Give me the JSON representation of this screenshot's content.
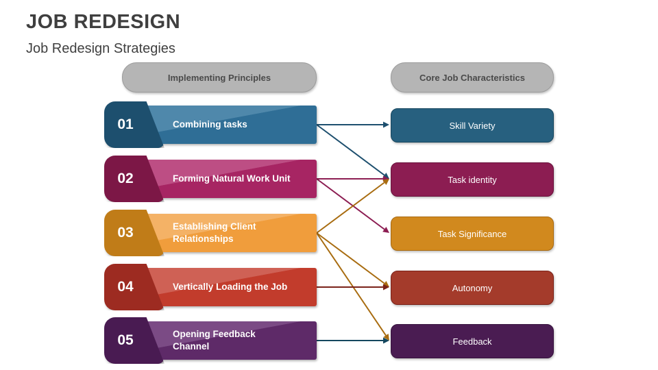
{
  "slide": {
    "title": "JOB REDESIGN",
    "subtitle": "Job Redesign Strategies",
    "columns": {
      "left_header": "Implementing Principles",
      "right_header": "Core Job Characteristics",
      "header_pill": {
        "bg": "#b5b5b5",
        "border": "#9c9c9c",
        "text_color": "#4a4a4a"
      }
    },
    "principles": [
      {
        "number": "01",
        "label": "Combining tasks",
        "tab_color": "#1d4f6e",
        "bar_color": "#2f6e96",
        "bar_light": "#4f88ab"
      },
      {
        "number": "02",
        "label": "Forming Natural Work Unit",
        "tab_color": "#7c1746",
        "bar_color": "#a72563",
        "bar_light": "#bd4e84"
      },
      {
        "number": "03",
        "label": "Establishing Client Relationships",
        "tab_color": "#c07c18",
        "bar_color": "#f09d3c",
        "bar_light": "#f4b266"
      },
      {
        "number": "04",
        "label": "Vertically Loading the Job",
        "tab_color": "#9d2b21",
        "bar_color": "#c23c2c",
        "bar_light": "#cf6155"
      },
      {
        "number": "05",
        "label": "Opening Feedback Channel",
        "tab_color": "#491b52",
        "bar_color": "#5e2a68",
        "bar_light": "#7b4b85"
      }
    ],
    "characteristics": [
      {
        "label": "Skill Variety",
        "color": "#27607f",
        "border_color": "#16465e"
      },
      {
        "label": "Task identity",
        "color": "#8c1d52",
        "border_color": "#69123c"
      },
      {
        "label": "Task Significance",
        "color": "#d1891e",
        "border_color": "#a86a12"
      },
      {
        "label": "Autonomy",
        "color": "#a43b2b",
        "border_color": "#7a2219"
      },
      {
        "label": "Feedback",
        "color": "#4a1c52",
        "border_color": "#36123d"
      }
    ],
    "connections": [
      {
        "from": 0,
        "to": 0,
        "color": "#1d4f6e"
      },
      {
        "from": 0,
        "to": 1,
        "color": "#1d4f6e"
      },
      {
        "from": 1,
        "to": 1,
        "color": "#8c1d52"
      },
      {
        "from": 1,
        "to": 2,
        "color": "#8c1d52"
      },
      {
        "from": 2,
        "to": 1,
        "color": "#a86c10"
      },
      {
        "from": 2,
        "to": 3,
        "color": "#a86c10"
      },
      {
        "from": 2,
        "to": 4,
        "color": "#a86c10"
      },
      {
        "from": 3,
        "to": 3,
        "color": "#7a2219"
      },
      {
        "from": 4,
        "to": 4,
        "color": "#14475e"
      }
    ]
  }
}
